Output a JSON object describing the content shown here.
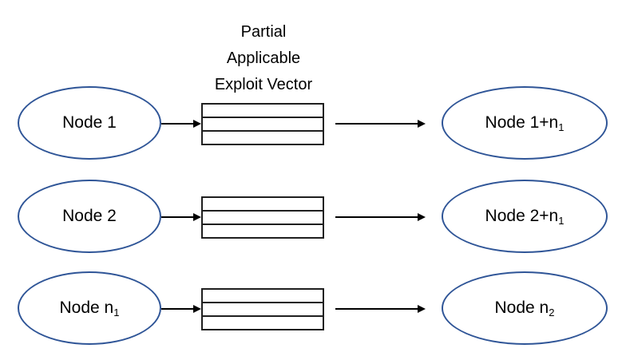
{
  "diagram": {
    "title_lines": [
      "Partial",
      "Applicable",
      "Exploit Vector"
    ],
    "vector_cells": 3,
    "rows": [
      {
        "source": {
          "base": "Node 1",
          "sub": ""
        },
        "target": {
          "base": "Node 1+n",
          "sub": "1"
        }
      },
      {
        "source": {
          "base": "Node 2",
          "sub": ""
        },
        "target": {
          "base": "Node 2+n",
          "sub": "1"
        }
      },
      {
        "source": {
          "base": "Node n",
          "sub": "1"
        },
        "target": {
          "base": "Node n",
          "sub": "2"
        }
      }
    ],
    "colors": {
      "ellipse_stroke": "#2F5597",
      "box_stroke": "#1F1F1F",
      "arrow": "#000000",
      "text": "#000000",
      "background": "#FFFFFF"
    }
  }
}
